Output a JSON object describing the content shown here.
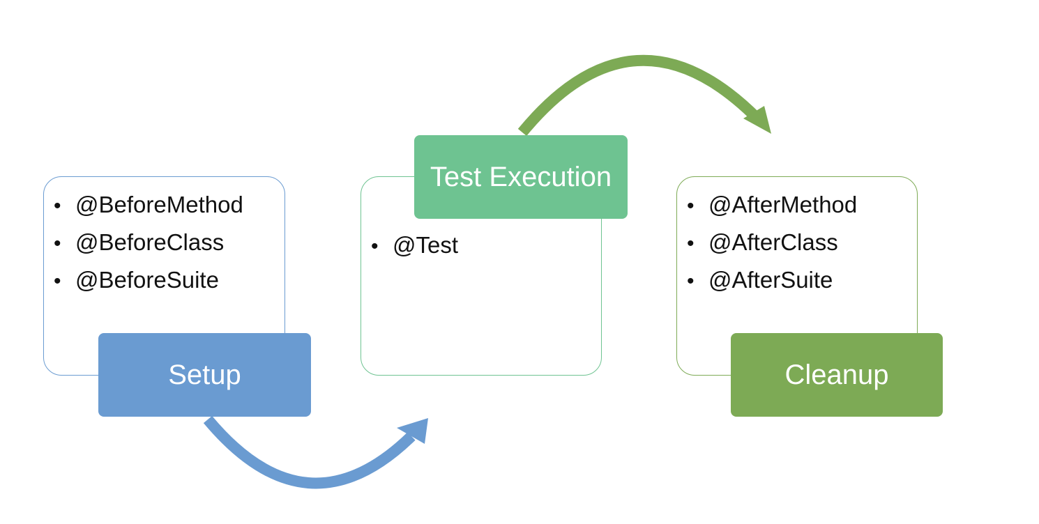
{
  "stages": [
    {
      "id": "setup",
      "label": "Setup",
      "items": [
        "@BeforeMethod",
        "@BeforeClass",
        "@BeforeSuite"
      ],
      "color": "#6a9bd1"
    },
    {
      "id": "test-execution",
      "label": "Test Execution",
      "items": [
        "@Test"
      ],
      "color": "#6ec391"
    },
    {
      "id": "cleanup",
      "label": "Cleanup",
      "items": [
        "@AfterMethod",
        "@AfterClass",
        "@AfterSuite"
      ],
      "color": "#7daa55"
    }
  ],
  "arrows": [
    {
      "from": "setup",
      "to": "test-execution",
      "color": "#6a9bd1"
    },
    {
      "from": "test-execution",
      "to": "cleanup",
      "color": "#7daa55"
    }
  ]
}
